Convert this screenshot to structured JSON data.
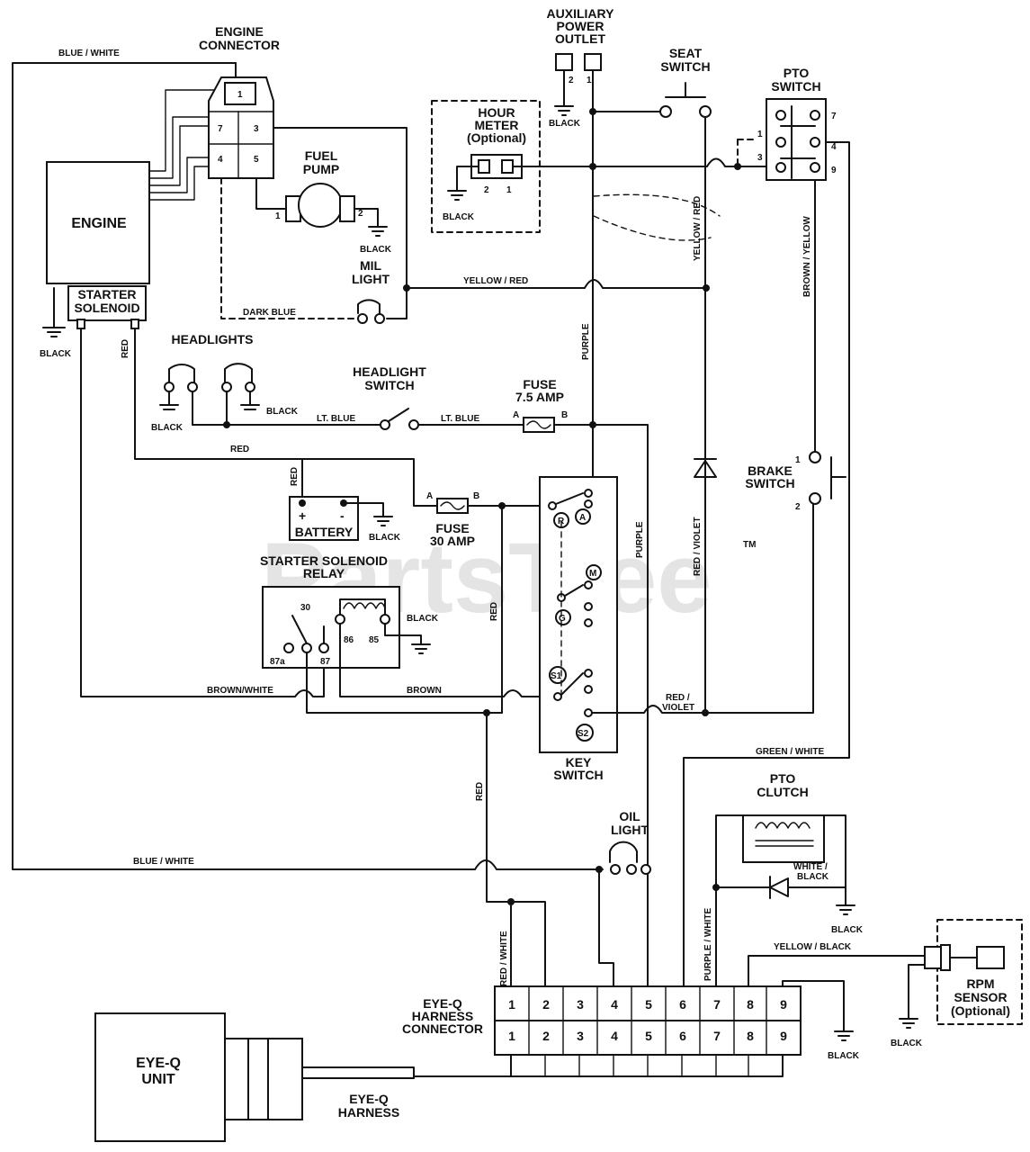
{
  "components": {
    "engine_connector": "ENGINE\nCONNECTOR",
    "engine": "ENGINE",
    "starter_solenoid": "STARTER\nSOLENOID",
    "fuel_pump": "FUEL\nPUMP",
    "mil_light": "MIL\nLIGHT",
    "auxiliary_power_outlet": "AUXILIARY\nPOWER\nOUTLET",
    "hour_meter": "HOUR\nMETER\n(Optional)",
    "seat_switch": "SEAT\nSWITCH",
    "pto_switch": "PTO\nSWITCH",
    "headlights": "HEADLIGHTS",
    "headlight_switch": "HEADLIGHT\nSWITCH",
    "fuse_small": "FUSE\n7.5 AMP",
    "battery": "BATTERY",
    "fuse_large": "FUSE\n30 AMP",
    "starter_solenoid_relay": "STARTER SOLENOID\nRELAY",
    "key_switch": "KEY\nSWITCH",
    "brake_switch": "BRAKE\nSWITCH",
    "pto_clutch": "PTO\nCLUTCH",
    "oil_light": "OIL\nLIGHT",
    "eyeq_harness_connector": "EYE-Q\nHARNESS\nCONNECTOR",
    "eyeq_unit": "EYE-Q\nUNIT",
    "eyeq_harness": "EYE-Q\nHARNESS",
    "rpm_sensor": "RPM\nSENSOR\n(Optional)"
  },
  "wires": {
    "blue_white": "BLUE / WHITE",
    "black": "BLACK",
    "dark_blue": "DARK BLUE",
    "yellow_red": "YELLOW / RED",
    "red": "RED",
    "purple": "PURPLE",
    "lt_blue": "LT. BLUE",
    "brown_white": "BROWN/WHITE",
    "brown": "BROWN",
    "red_violet": "RED / VIOLET",
    "brown_yellow": "BROWN / YELLOW",
    "green_white": "GREEN / WHITE",
    "white_black": "WHITE /\nBLACK",
    "red_white": "RED / WHITE",
    "purple_white": "PURPLE / WHITE",
    "yellow_black": "YELLOW / BLACK"
  },
  "terminals": {
    "battery_pos": "+",
    "battery_neg": "-",
    "fuse_a": "A",
    "fuse_b": "B",
    "relay_30": "30",
    "relay_87a": "87a",
    "relay_87": "87",
    "relay_86": "86",
    "relay_85": "85",
    "key_r": "R",
    "key_a": "A",
    "key_m": "M",
    "key_g": "G",
    "key_s1": "S1",
    "key_s2": "S2",
    "one": "1",
    "two": "2",
    "three": "3",
    "four": "4",
    "five": "5",
    "six": "6",
    "seven": "7",
    "eight": "8",
    "nine": "9"
  },
  "connector_pins": [
    "1",
    "2",
    "3",
    "4",
    "5",
    "6",
    "7",
    "8",
    "9"
  ],
  "watermark": "PartsTree",
  "trademark": "TM"
}
